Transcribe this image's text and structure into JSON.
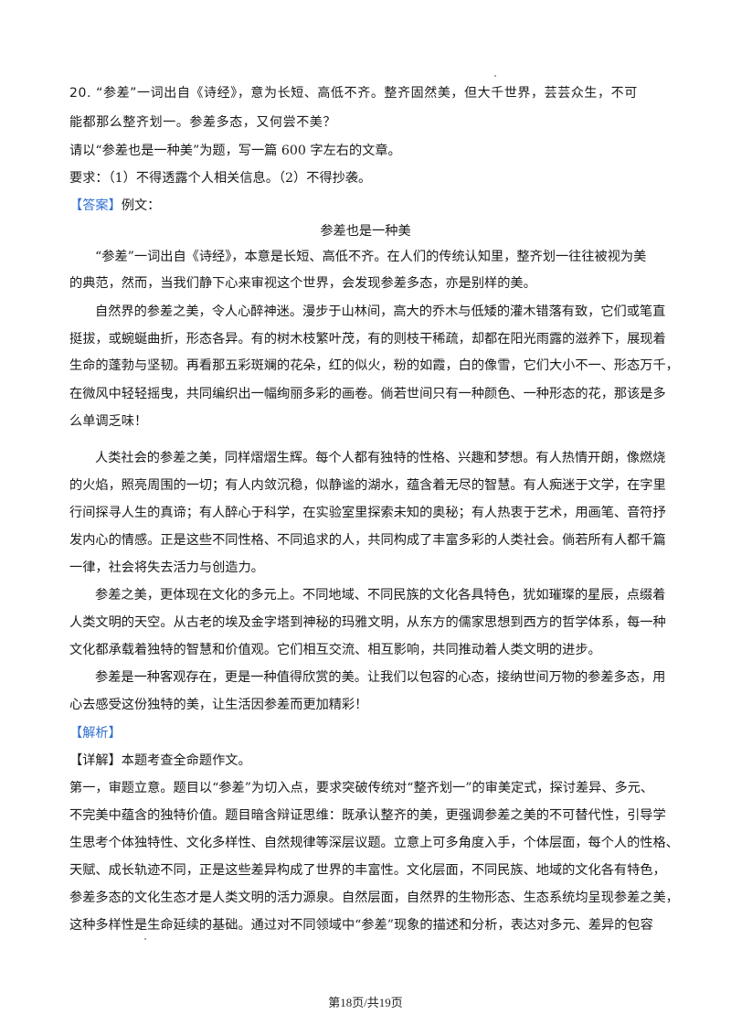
{
  "question": {
    "line1": "20. “参差”一词出自《诗经》，意为长短、高低不齐。整齐固然美，但大千世界，芸芸众生，不可",
    "line2": "能都那么整齐划一。参差多态，又何尝不美？",
    "prompt": "请以“参差也是一种美”为题，写一篇 600 字左右的文章。",
    "requirements": "要求：（1）不得透露个人相关信息。（2）不得抄袭。"
  },
  "answer": {
    "tag": "【答案】",
    "intro": "例文：",
    "title": "参差也是一种美",
    "lines": [
      "“参差”一词出自《诗经》，本意是长短、高低不齐。在人们的传统认知里，整齐划一往往被视为美",
      "的典范，然而，当我们静下心来审视这个世界，会发现参差多态，亦是别样的美。",
      "自然界的参差之美，令人心醉神迷。漫步于山林间，高大的乔木与低矮的灌木错落有致，它们或笔直",
      "挺拔，或蜿蜒曲折，形态各异。有的树木枝繁叶茂，有的则枝干稀疏，却都在阳光雨露的滋养下，展现着",
      "生命的蓬勃与坚韧。再看那五彩斑斓的花朵，红的似火，粉的如霞，白的像雪，它们大小不一、形态万千，",
      "在微风中轻轻摇曳，共同编织出一幅绚丽多彩的画卷。倘若世间只有一种颜色、一种形态的花，那该是多",
      "么单调乏味！",
      "人类社会的参差之美，同样熠熠生辉。每个人都有独特的性格、兴趣和梦想。有人热情开朗，像燃烧",
      "的火焰，照亮周围的一切；有人内敛沉稳，似静谧的湖水，蕴含着无尽的智慧。有人痴迷于文学，在字里",
      "行间探寻人生的真谛；有人醉心于科学，在实验室里探索未知的奥秘；有人热衷于艺术，用画笔、音符抒",
      "发内心的情感。正是这些不同性格、不同追求的人，共同构成了丰富多彩的人类社会。倘若所有人都千篇",
      "一律，社会将失去活力与创造力。",
      "参差之美，更体现在文化的多元上。不同地域、不同民族的文化各具特色，犹如璀璨的星辰，点缀着",
      "人类文明的天空。从古老的埃及金字塔到神秘的玛雅文明，从东方的儒家思想到西方的哲学体系，每一种",
      "文化都承载着独特的智慧和价值观。它们相互交流、相互影响，共同推动着人类文明的进步。",
      "参差是一种客观存在，更是一种值得欣赏的美。让我们以包容的心态，接纳世间万物的参差多态，用",
      "心去感受这份独特的美，让生活因参差而更加精彩！"
    ]
  },
  "analysis": {
    "tag": "【解析】",
    "detail_tag": "【详解】",
    "detail_intro": "本题考查全命题作文。",
    "lines": [
      "第一，审题立意。题目以“参差”为切入点，要求突破传统对“整齐划一”的审美定式，探讨差异、多元、",
      "不完美中蕴含的独特价值。题目暗含辩证思维：既承认整齐的美，更强调参差之美的不可替代性，引导学",
      "生思考个体独特性、文化多样性、自然规律等深层议题。立意上可多角度入手，个体层面，每个人的性格、",
      "天赋、成长轨迹不同，正是这些差异构成了世界的丰富性。文化层面，不同民族、地域的文化各有特色，",
      "参差多态的文化生态才是人类文明的活力源泉。自然层面，自然界的生物形态、生态系统均呈现参差之美，",
      "这种多样性是生命延续的基础。通过对不同领域中“参差”现象的描述和分析，表达对多元、差异的包容"
    ]
  },
  "footer": "第18页/共19页",
  "colors": {
    "accent": "#2f6fd0",
    "text": "#1a1a1a"
  }
}
